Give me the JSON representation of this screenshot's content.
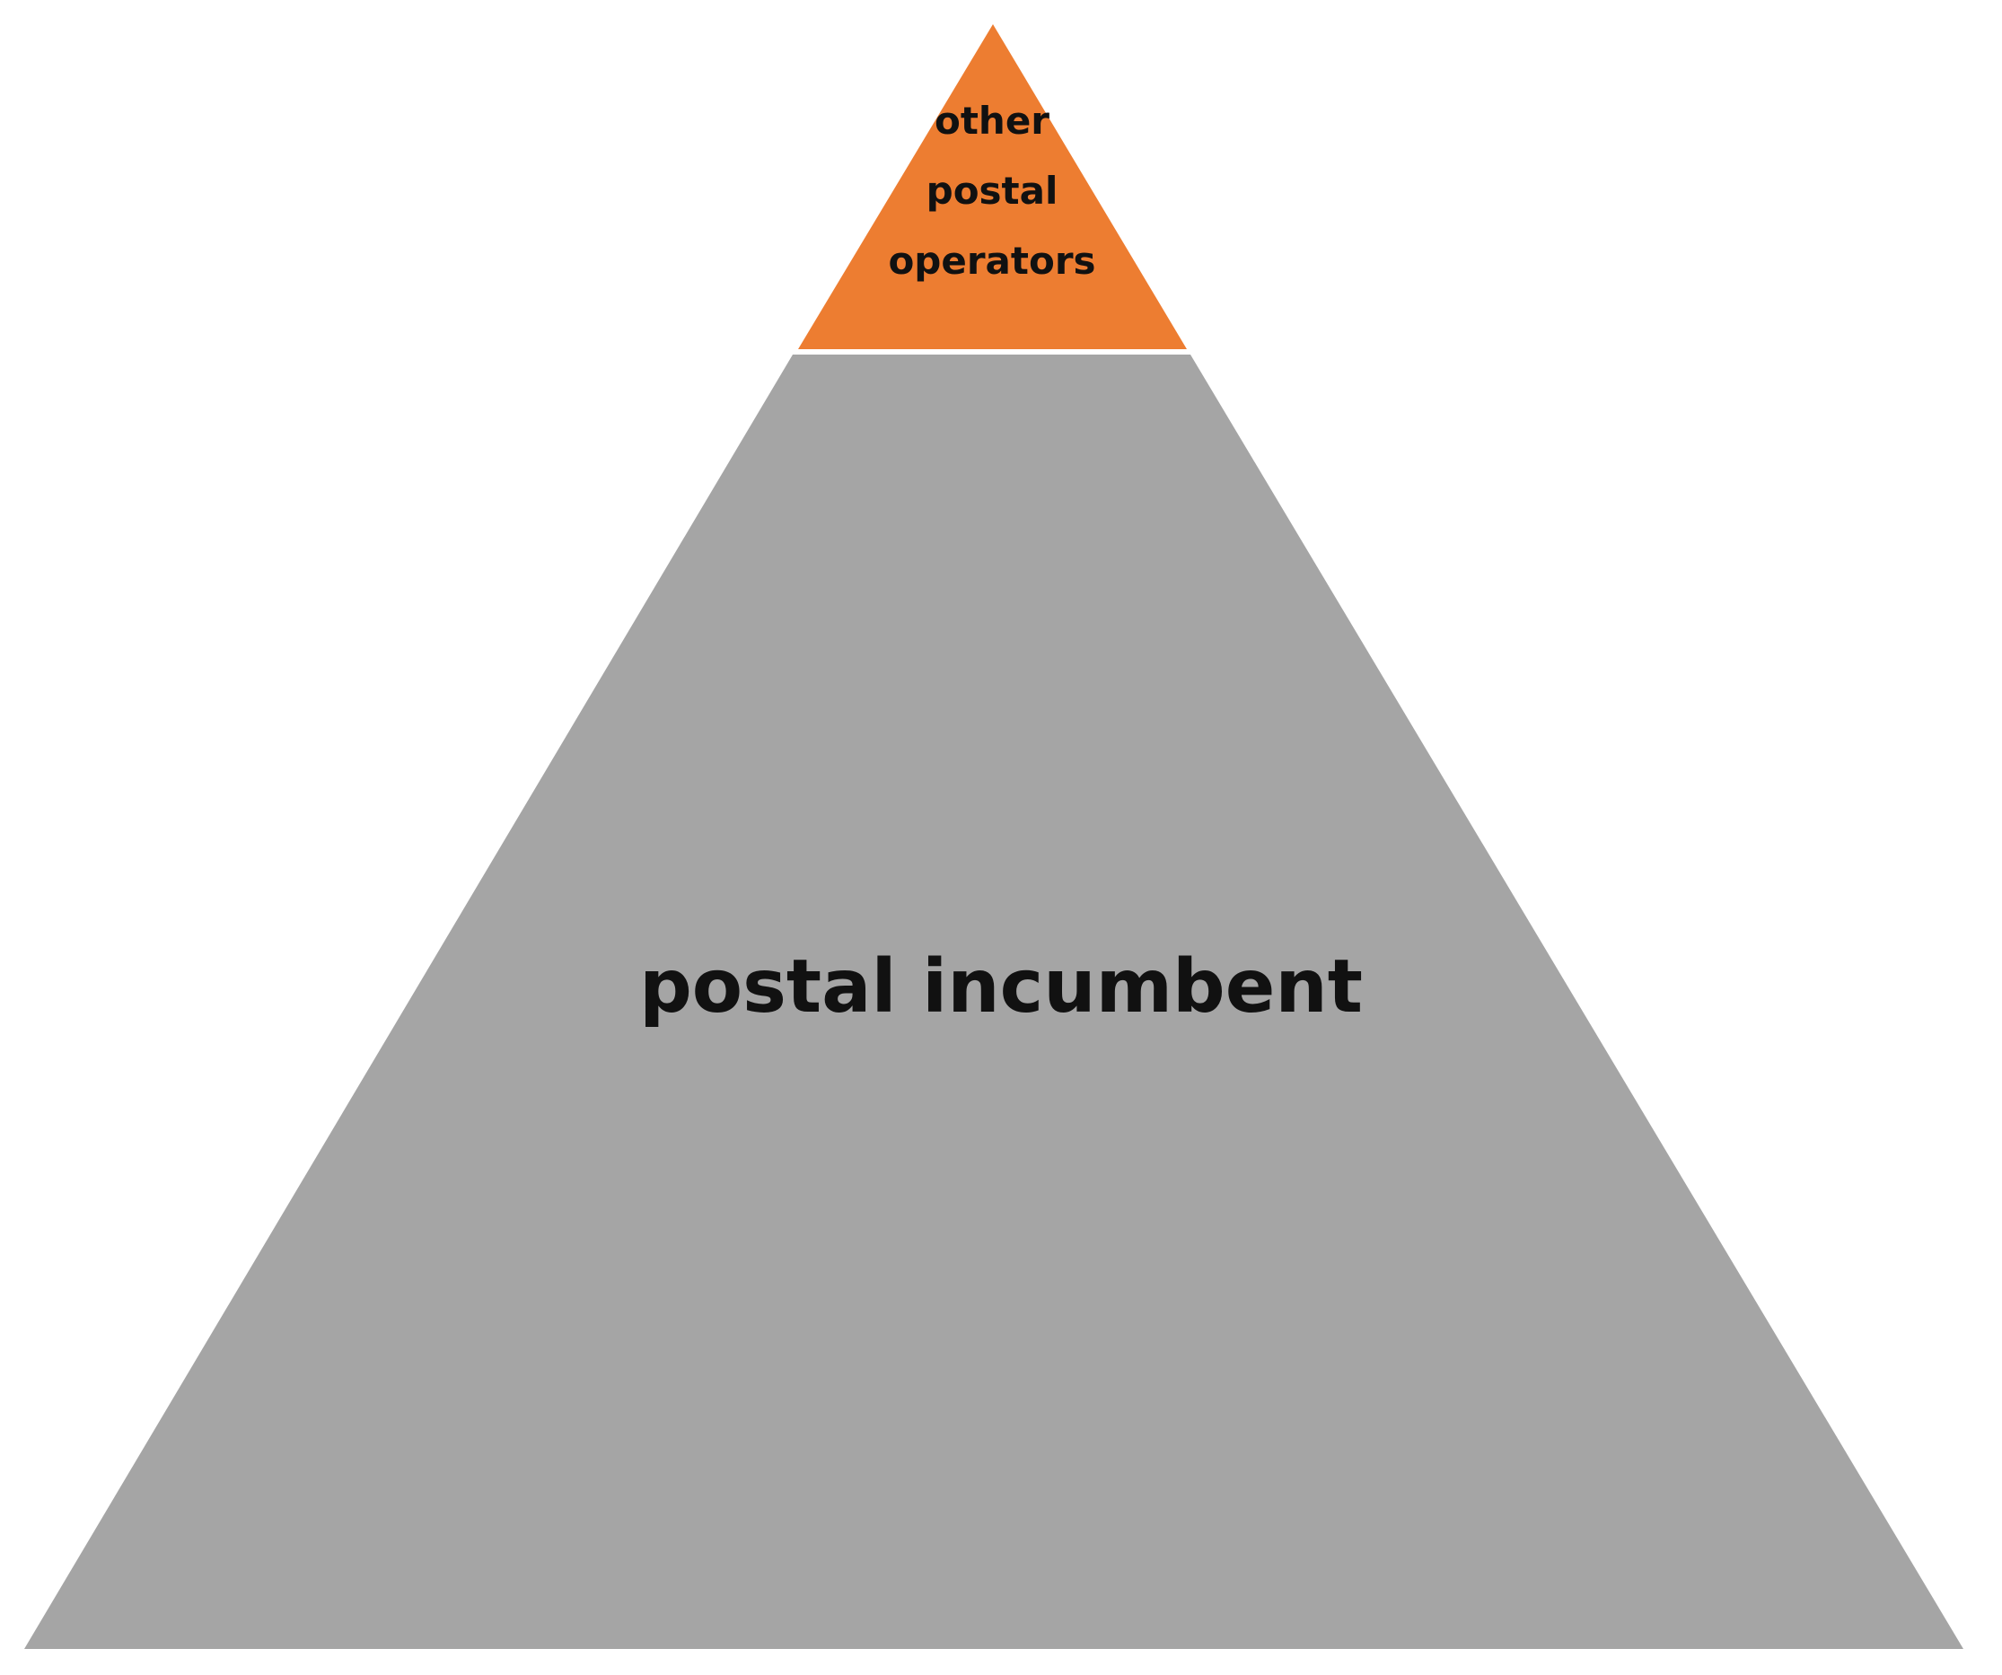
{
  "diagram": {
    "top_segment": {
      "label_lines": [
        "other",
        "postal",
        "operators"
      ],
      "color": "#ED7D31"
    },
    "bottom_segment": {
      "label": "postal incumbent",
      "color": "#A5A5A5"
    },
    "separator_color": "#FFFFFF"
  }
}
